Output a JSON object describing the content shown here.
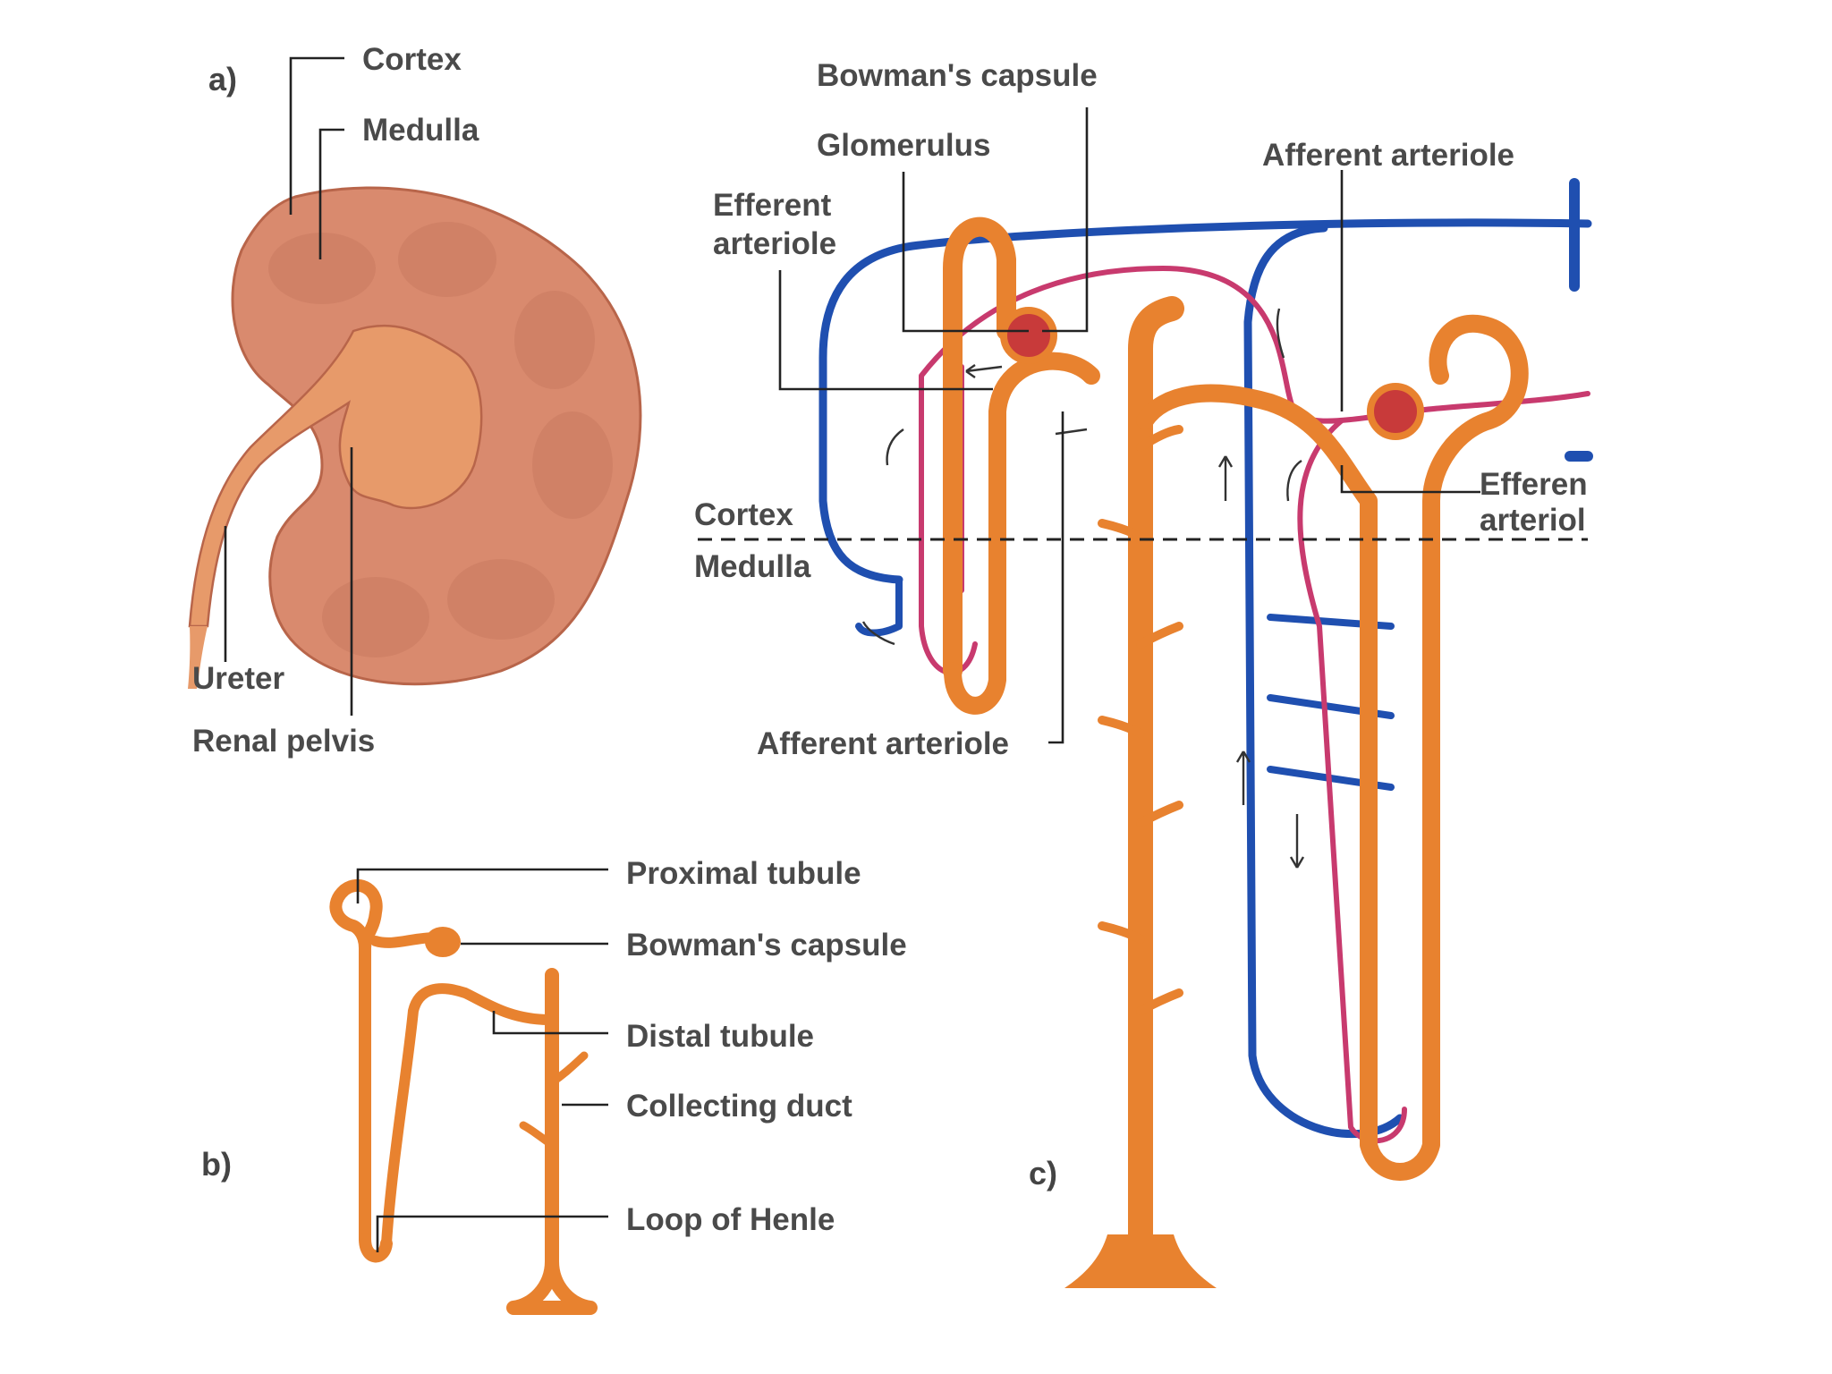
{
  "panels": {
    "a": "a)",
    "b": "b)",
    "c": "c)"
  },
  "panel_a": {
    "cortex": "Cortex",
    "medulla": "Medulla",
    "ureter": "Ureter",
    "renal_pelvis": "Renal pelvis"
  },
  "panel_b": {
    "proximal_tubule": "Proximal tubule",
    "bowmans_capsule": "Bowman's capsule",
    "distal_tubule": "Distal tubule",
    "collecting_duct": "Collecting duct",
    "loop_of_henle": "Loop of Henle"
  },
  "panel_c": {
    "bowmans_capsule": "Bowman's capsule",
    "glomerulus": "Glomerulus",
    "efferent_arteriole_line1": "Efferent",
    "efferent_arteriole_line2": "arteriole",
    "afferent_arteriole_top": "Afferent arteriole",
    "afferent_arteriole_bottom": "Afferent arteriole",
    "efferent_right_line1": "Efferen",
    "efferent_right_line2": "arteriol",
    "cortex": "Cortex",
    "medulla": "Medulla"
  },
  "colors": {
    "tubule": "#e8822f",
    "vein": "#1f4fb0",
    "artery": "#c83a6e",
    "kidney": "#d98a6e"
  }
}
